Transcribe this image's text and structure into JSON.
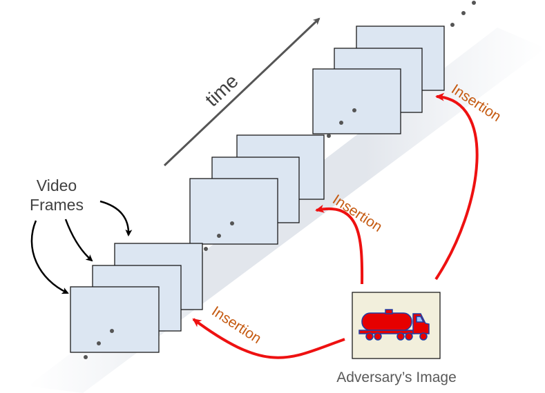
{
  "labels": {
    "time": "time",
    "frames_line1": "Video",
    "frames_line2": "Frames",
    "insertion_1": "Insertion",
    "insertion_2": "Insertion",
    "insertion_3": "Insertion",
    "adversary": "Adversary’s Image"
  },
  "colors": {
    "frame_fill": "#dce6f2",
    "insertion_arrow": "#ee1111",
    "insertion_text": "#c55a11",
    "label_text": "#404040",
    "adversary_box": "#f2efdc",
    "truck": "#e60000",
    "truck_outline": "#1f3fa6"
  },
  "icons": [
    "tanker-truck-icon",
    "time-arrow-icon",
    "ellipsis-dots-icon"
  ]
}
